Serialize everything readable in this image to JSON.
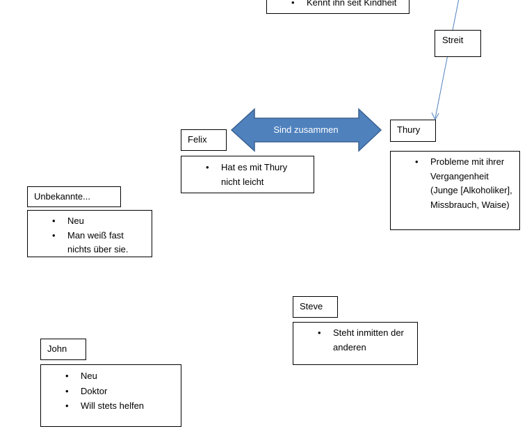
{
  "nodes": {
    "top": {
      "items": [
        "Kennt ihn seit Kindheit"
      ]
    },
    "streit": {
      "label": "Streit"
    },
    "felix": {
      "label": "Felix",
      "items": [
        "Hat es mit Thury nicht leicht"
      ]
    },
    "thury": {
      "label": "Thury",
      "items": [
        "Probleme mit ihrer Vergangenheit (Junge [Alkoholiker], Missbrauch, Waise)"
      ]
    },
    "unbekannte": {
      "label": "Unbekannte...",
      "items": [
        "Neu",
        "Man weiß fast nichts über sie."
      ]
    },
    "steve": {
      "label": "Steve",
      "items": [
        "Steht inmitten der anderen"
      ]
    },
    "john": {
      "label": "John",
      "items": [
        "Neu",
        "Doktor",
        "Will stets helfen"
      ]
    }
  },
  "edges": {
    "double_arrow": {
      "label": "Sind zusammen",
      "from": "Felix",
      "to": "Thury",
      "fill": "#4F81BD",
      "stroke": "#3A6190"
    },
    "streit_line": {
      "from": "top",
      "to": "Thury",
      "stroke": "#4F81BD"
    }
  },
  "colors": {
    "arrow_fill": "#4F81BD",
    "arrow_text": "#ffffff",
    "box_border": "#000000"
  }
}
